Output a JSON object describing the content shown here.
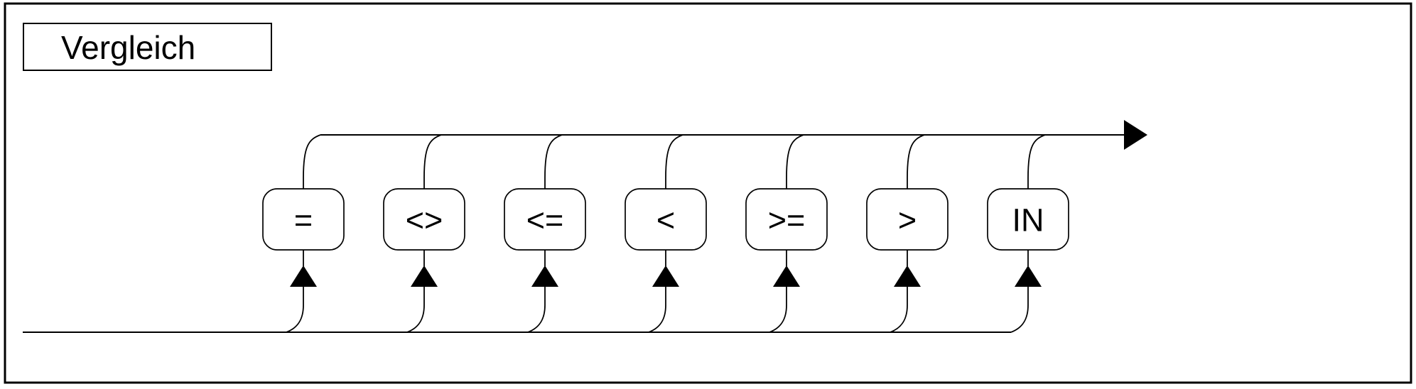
{
  "page": {
    "background_color": "#ffffff",
    "line_color": "#000000"
  },
  "title_box": {
    "label": "Vergleich"
  },
  "diagram": {
    "type": "railroad-choice",
    "operators": [
      "=",
      "<>",
      "<=",
      "<",
      ">=",
      ">",
      "IN"
    ],
    "icons": {
      "exit_arrow": "right-arrowhead",
      "branch_arrow": "up-arrowhead"
    },
    "stroke_color": "#000000",
    "box_fill_color": "#ffffff"
  }
}
